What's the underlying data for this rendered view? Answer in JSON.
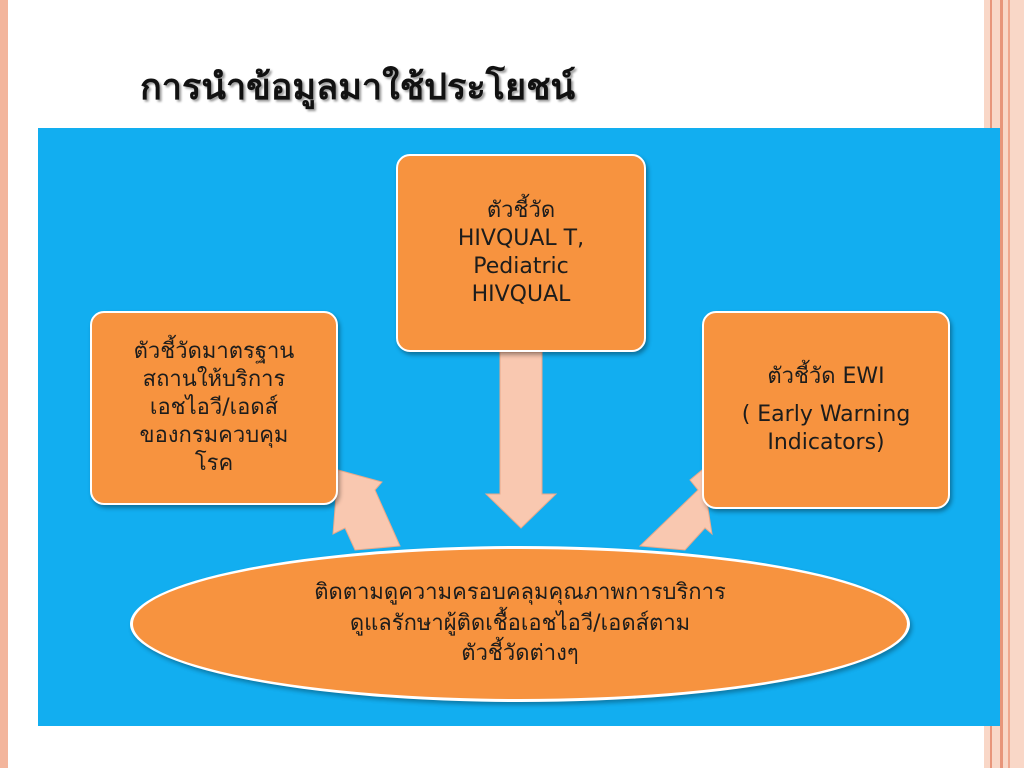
{
  "title": "การนำข้อมูลมาใช้ประโยชน์",
  "diagram": {
    "left_box": {
      "lines": [
        "ตัวชี้วัดมาตรฐาน",
        "สถานให้บริการ",
        "เอชไอวี/เอดส์",
        "ของกรมควบคุม",
        "โรค"
      ]
    },
    "top_box": {
      "lines": [
        "ตัวชี้วัด",
        "HIVQUAL T,",
        "Pediatric",
        "HIVQUAL"
      ]
    },
    "right_box": {
      "line1": "ตัวชี้วัด EWI",
      "line2": "( Early Warning",
      "line3": "Indicators)"
    },
    "center_oval": {
      "lines": [
        "ติดตามดูความครอบคลุมคุณภาพการบริการ",
        "ดูแลรักษาผู้ติดเชื้อเอชไอวี/เอดส์ตาม",
        "ตัวชี้วัดต่างๆ"
      ]
    }
  },
  "colors": {
    "panel": "#12aef0",
    "box_fill": "#f7933f",
    "arrow_fill": "#f9c8b0",
    "accent_border": "#f3b59c"
  }
}
